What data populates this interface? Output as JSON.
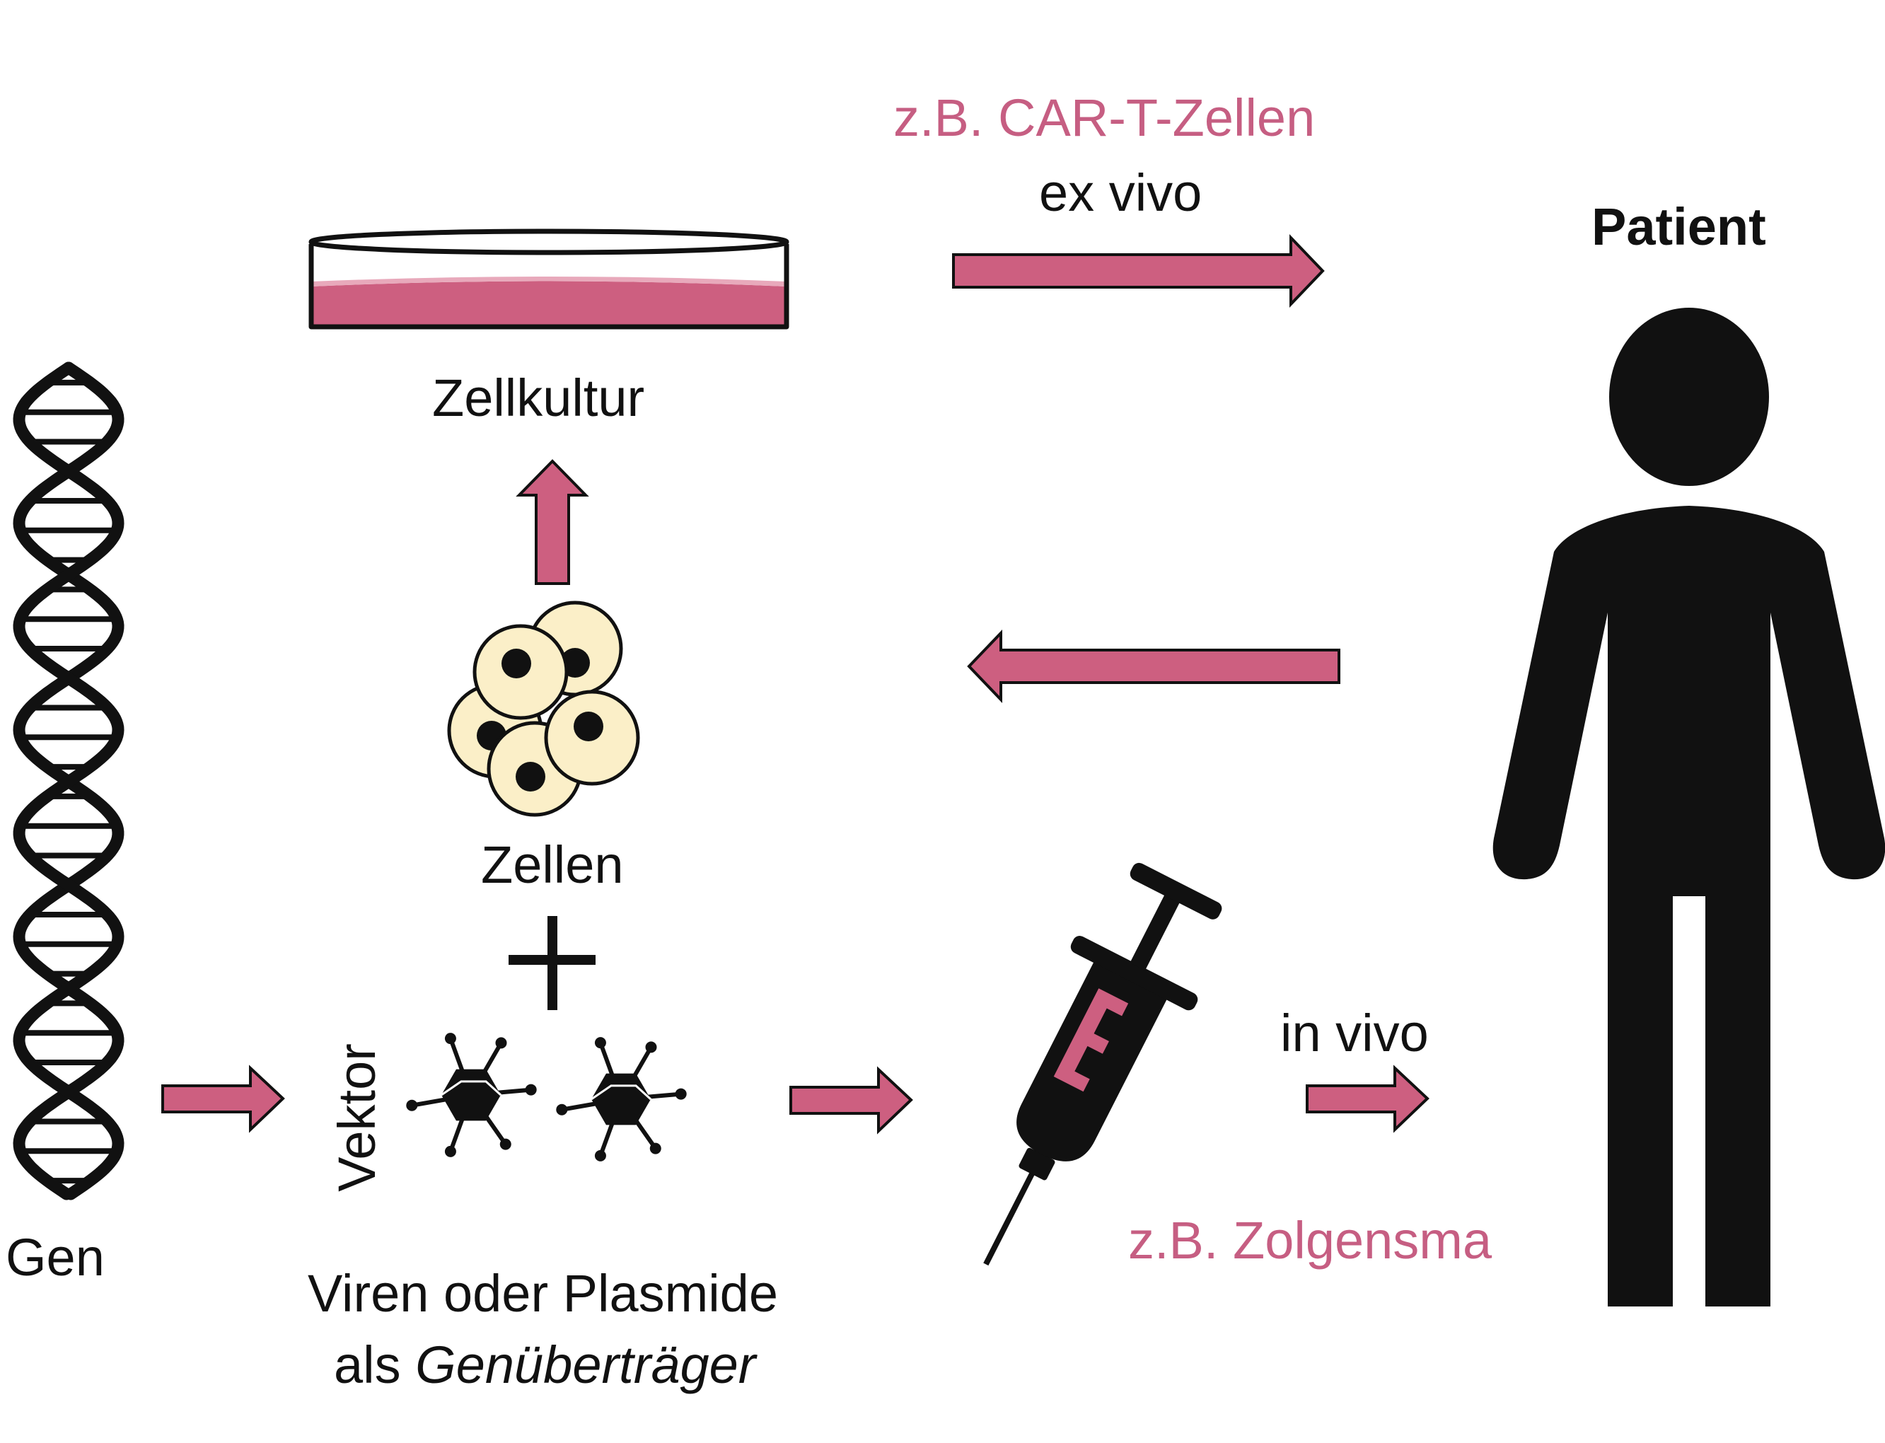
{
  "colors": {
    "accent": "#cd5f80",
    "accent_text": "#c65e82",
    "stroke": "#111111",
    "cell_fill": "#fbefc8",
    "culture_light": "#e8a9bb"
  },
  "icons": [
    "dna-helix-icon",
    "petri-dish-icon",
    "cell-cluster-icon",
    "virus-icon",
    "syringe-icon",
    "person-icon"
  ],
  "labels": {
    "car_t": "z.B. CAR-T-Zellen",
    "ex_vivo": "ex vivo",
    "patient": "Patient",
    "zellkultur": "Zellkultur",
    "zellen": "Zellen",
    "plus": "+",
    "vektor": "Vektor",
    "gen": "Gen",
    "in_vivo": "in vivo",
    "zolgensma": "z.B. Zolgensma",
    "carrier_line1": "Viren oder Plasmide",
    "carrier_line2_prefix": "als ",
    "carrier_line2_italic": "Genüberträger"
  }
}
